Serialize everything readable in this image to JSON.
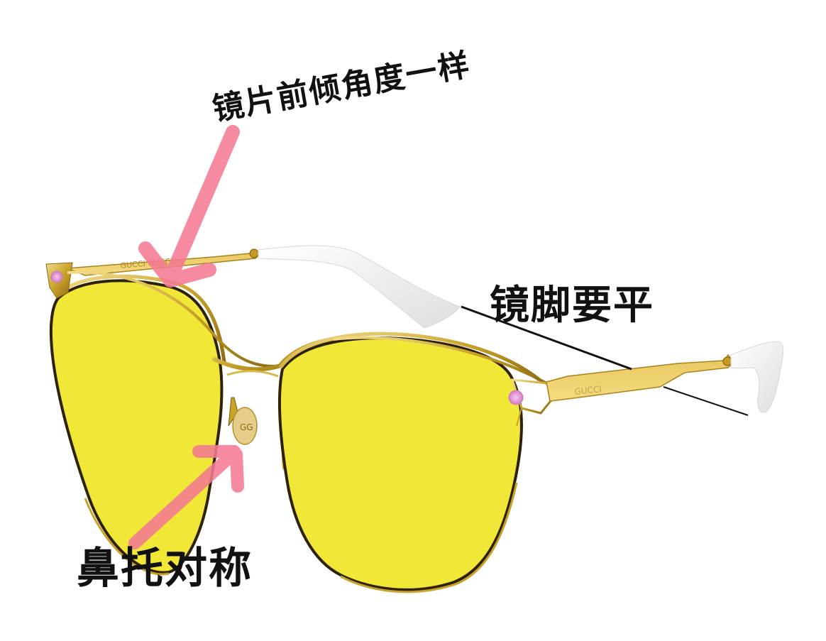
{
  "image": {
    "subject": "gold metal cat-eye sunglasses with yellow lenses, pink gem accents and white temple tips",
    "background_color": "#ffffff"
  },
  "annotations": {
    "top": {
      "text": "镜片前倾角度一样",
      "pointer": "pink-arrow-down-left"
    },
    "right": {
      "text": "镜脚要平",
      "pointer": "black-guide-lines"
    },
    "bottom": {
      "text": "鼻托对称",
      "pointer": "pink-arrow-up-right"
    }
  },
  "colors": {
    "lens": "#f0e736",
    "frame_gold": "#c9a22a",
    "frame_dark": "#6b4e10",
    "arrow_pink": "#f47a93",
    "temple_tip": "#eeeeee",
    "gem_pink": "#e99ad6",
    "text": "#111111",
    "guide_line": "#111111"
  },
  "temple_engraving": "GUCCI"
}
